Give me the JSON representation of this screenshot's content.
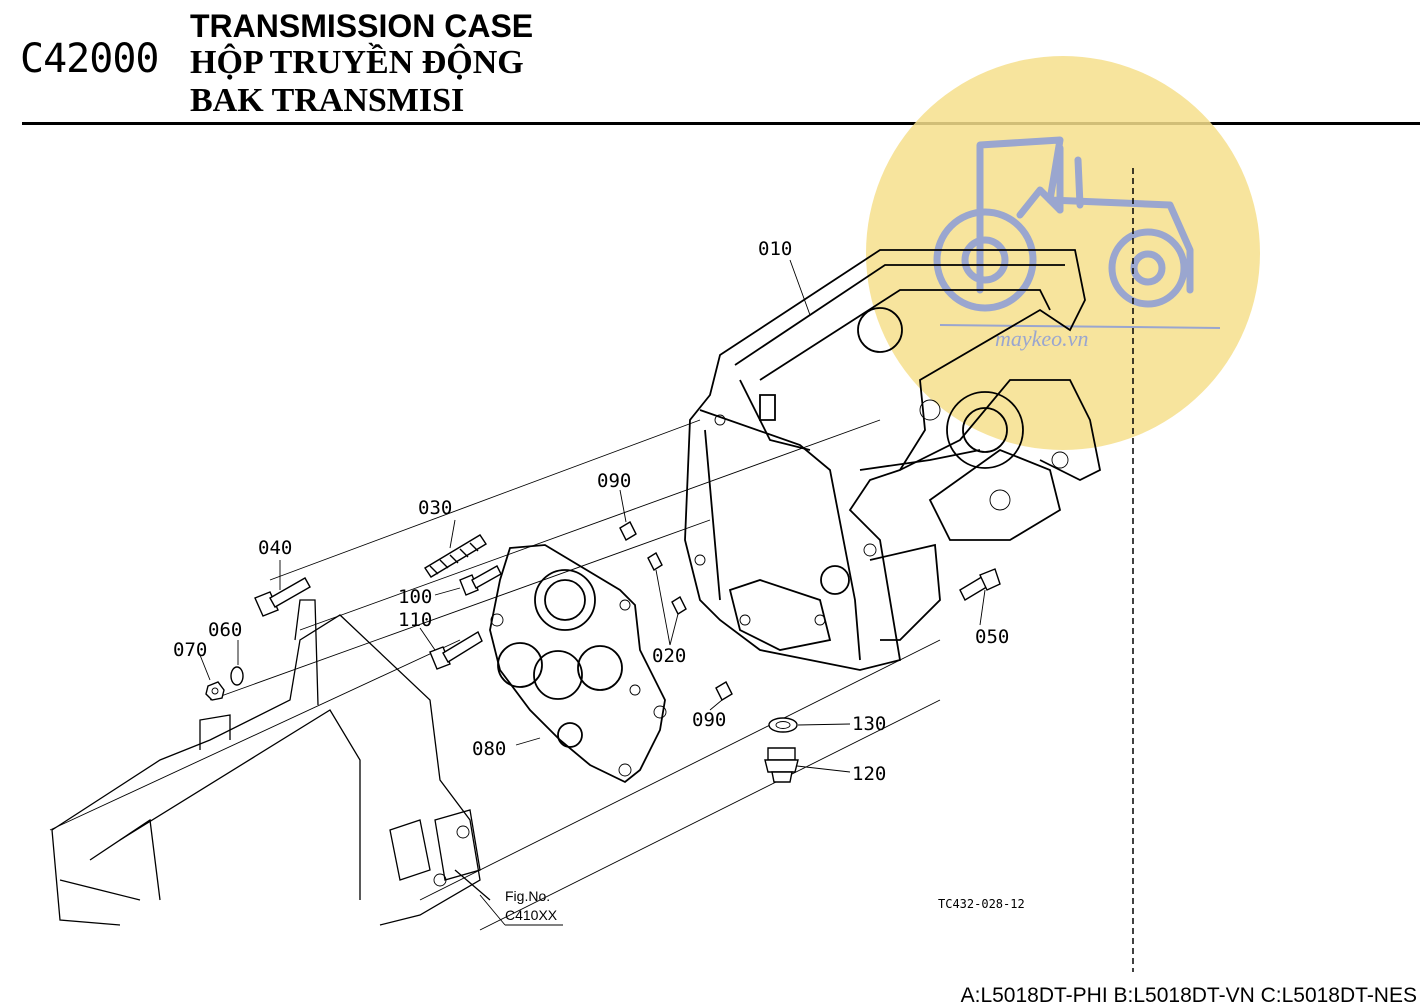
{
  "header": {
    "code": "C42000",
    "title_en": "TRANSMISSION CASE",
    "title_vi": "HỘP TRUYỀN ĐỘNG",
    "title_id": "BAK TRANSMISI"
  },
  "watermark": {
    "text": "maykeo.vn",
    "color": "#f6df8c",
    "line_color": "#9aa6cf"
  },
  "parts": [
    {
      "label": "010"
    },
    {
      "label": "020"
    },
    {
      "label": "030"
    },
    {
      "label": "040"
    },
    {
      "label": "050"
    },
    {
      "label": "060"
    },
    {
      "label": "070"
    },
    {
      "label": "080"
    },
    {
      "label": "090"
    },
    {
      "label": "090"
    },
    {
      "label": "100"
    },
    {
      "label": "110"
    },
    {
      "label": "120"
    },
    {
      "label": "130"
    }
  ],
  "figure_ref": {
    "line1": "Fig.No.",
    "line2": "C410XX"
  },
  "drawing_id": "TC432-028-12",
  "models": "A:L5018DT-PHI B:L5018DT-VN C:L5018DT-NES"
}
